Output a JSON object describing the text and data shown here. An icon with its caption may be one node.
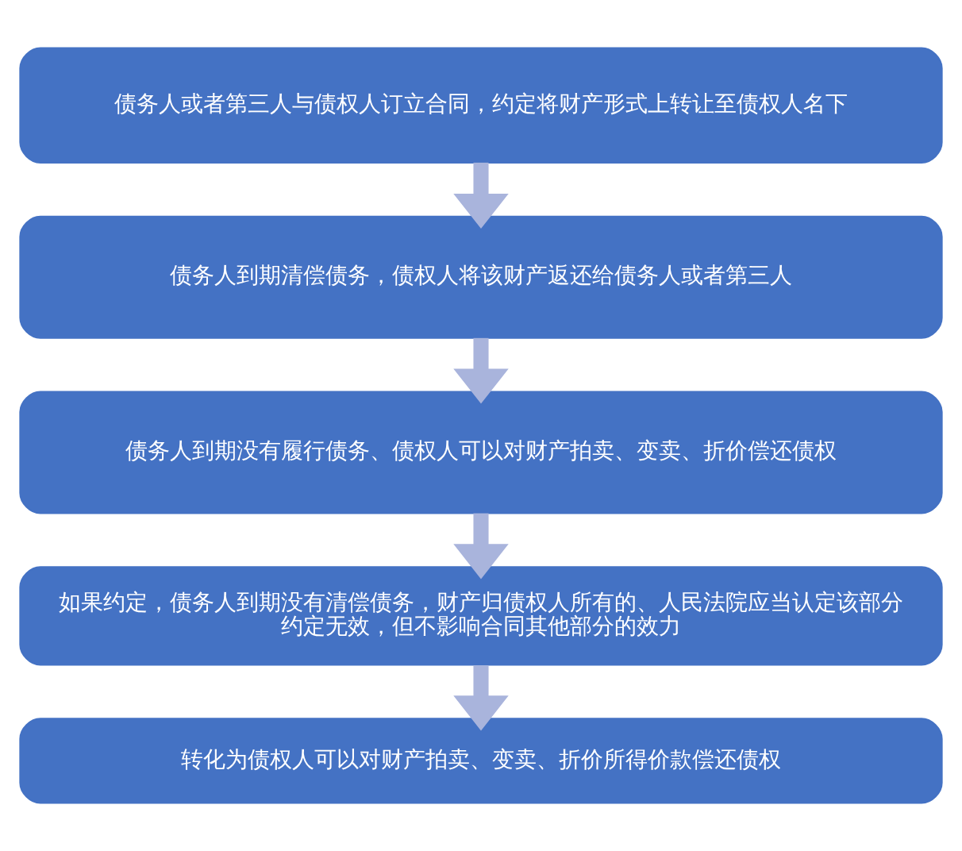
{
  "diagram": {
    "nodes": [
      {
        "text": [
          "债务人或者第三人与债权人订立合同，约定将财产形式上转让至债权人名下"
        ]
      },
      {
        "text": [
          "债务人到期清偿债务，债权人将该财产返还给债务人或者第三人"
        ]
      },
      {
        "text": [
          "债务人到期没有履行债务、债权人可以对财产拍卖、变卖、折价偿还债权"
        ]
      },
      {
        "text": [
          "如果约定，债务人到期没有清偿债务，财产归债权人所有的、人民法院应当认定该部分约定无效，但不影响合同其他部分的效力"
        ]
      },
      {
        "text": [
          "转化为债权人可以对财产拍卖、变卖、折价所得价款偿还债权"
        ]
      }
    ],
    "edges": [
      {
        "from": 0,
        "to": 1,
        "arrow": "to"
      },
      {
        "from": 1,
        "to": 2,
        "arrow": "to"
      },
      {
        "from": 2,
        "to": 3,
        "arrow": "to"
      },
      {
        "from": 3,
        "to": 4,
        "arrow": "to"
      }
    ]
  }
}
